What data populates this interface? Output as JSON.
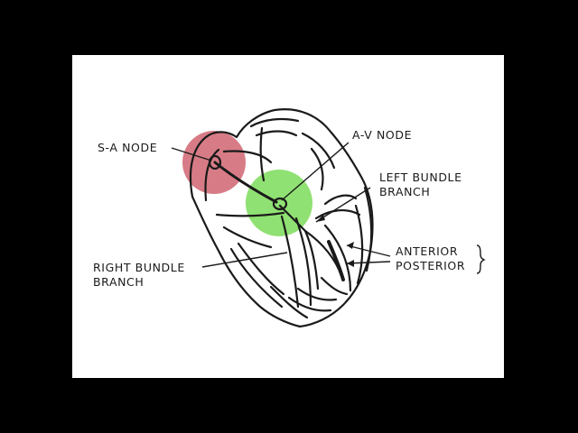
{
  "diagram": {
    "labels": {
      "sa_node": "S-A NODE",
      "av_node": "A-V NODE",
      "left_bundle_line1": "LEFT BUNDLE",
      "left_bundle_line2": "BRANCH",
      "right_bundle_line1": "RIGHT BUNDLE",
      "right_bundle_line2": "BRANCH",
      "anterior": "ANTERIOR",
      "posterior": "POSTERIOR"
    },
    "highlights": {
      "sa_node_color": "#c9505e",
      "av_node_color": "#7ddc5a"
    },
    "colors": {
      "background": "#000000",
      "slide": "#ffffff",
      "ink": "#1a1a1a"
    }
  }
}
